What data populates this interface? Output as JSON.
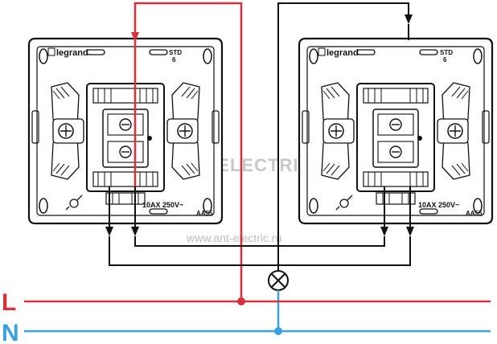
{
  "colors": {
    "phase": "#d9303a",
    "neutral": "#3aa0e0",
    "wire": "#111111",
    "body": "#111111"
  },
  "switches": [
    {
      "brand": "legrand",
      "model": "STD",
      "model_sub": "6",
      "rating": "10AX  250V~",
      "code": "AA55"
    },
    {
      "brand": "legrand",
      "model": "STD",
      "model_sub": "6",
      "rating": "10AX  250V~",
      "code": "AA55"
    }
  ],
  "watermark": "ANT-ELECTRIC",
  "url": "www.ant-electric.ru",
  "lines": {
    "phase_label": "L",
    "neutral_label": "N"
  },
  "icons": {
    "lamp": "lamp-icon",
    "arrow": "arrow-down-icon",
    "junction": "junction-dot-icon"
  }
}
